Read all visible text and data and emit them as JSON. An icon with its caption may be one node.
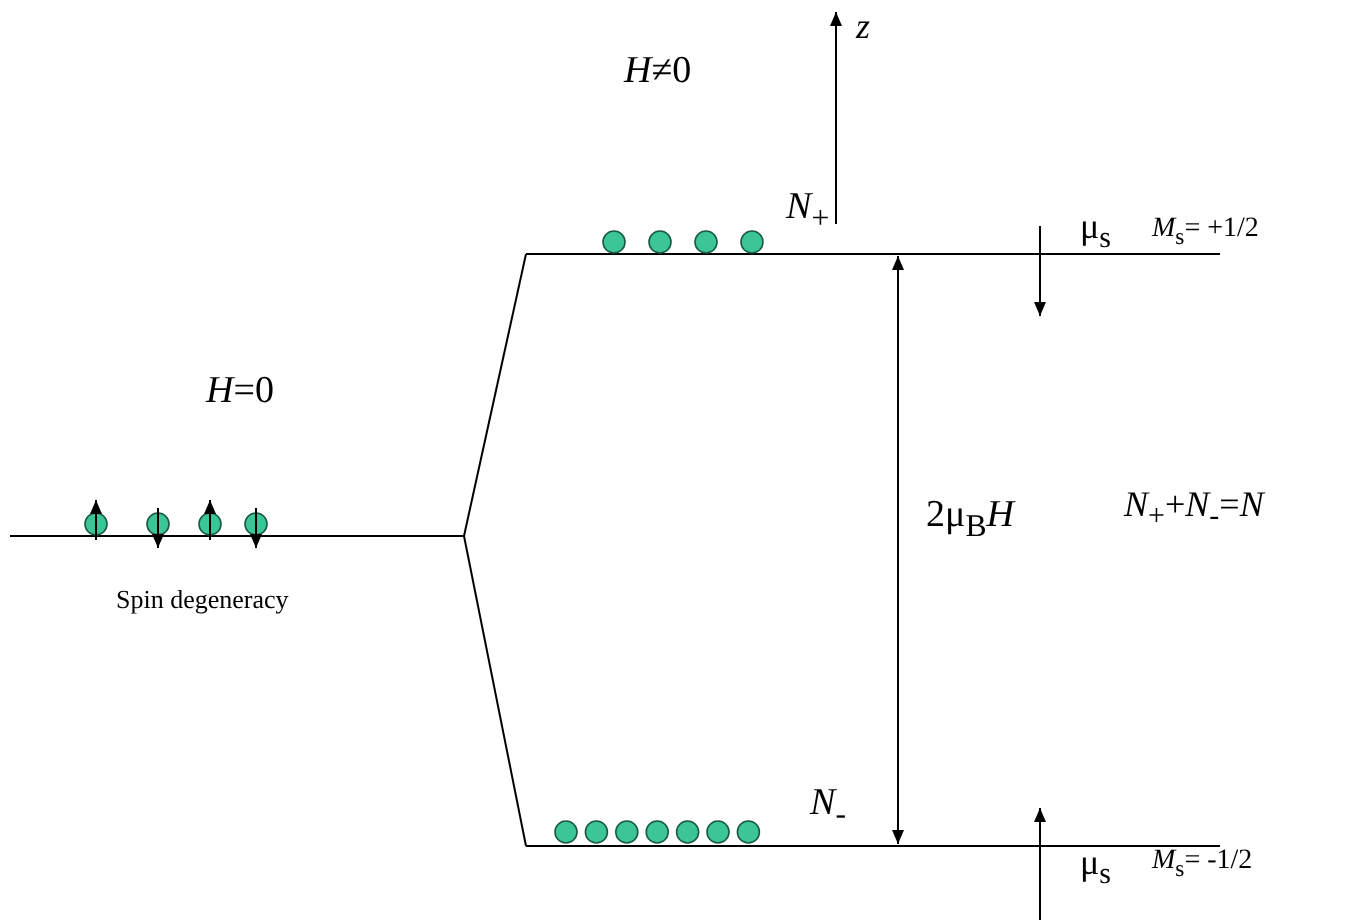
{
  "diagram": {
    "labels": [
      "*z*",
      "*H*≠0",
      "*N*$_{+}$",
      "μ$_{s}$",
      "*M*$_{s}$= +1/2",
      "*H*=0",
      "Spin degeneracy",
      "2μ$_{B}$*H*",
      "*N*$_{+}$+*N*$_{-}$=*N*",
      "*N*$_{-}$",
      "μ$_{s}$",
      "*M*$_{s}$= -1/2"
    ]
  }
}
